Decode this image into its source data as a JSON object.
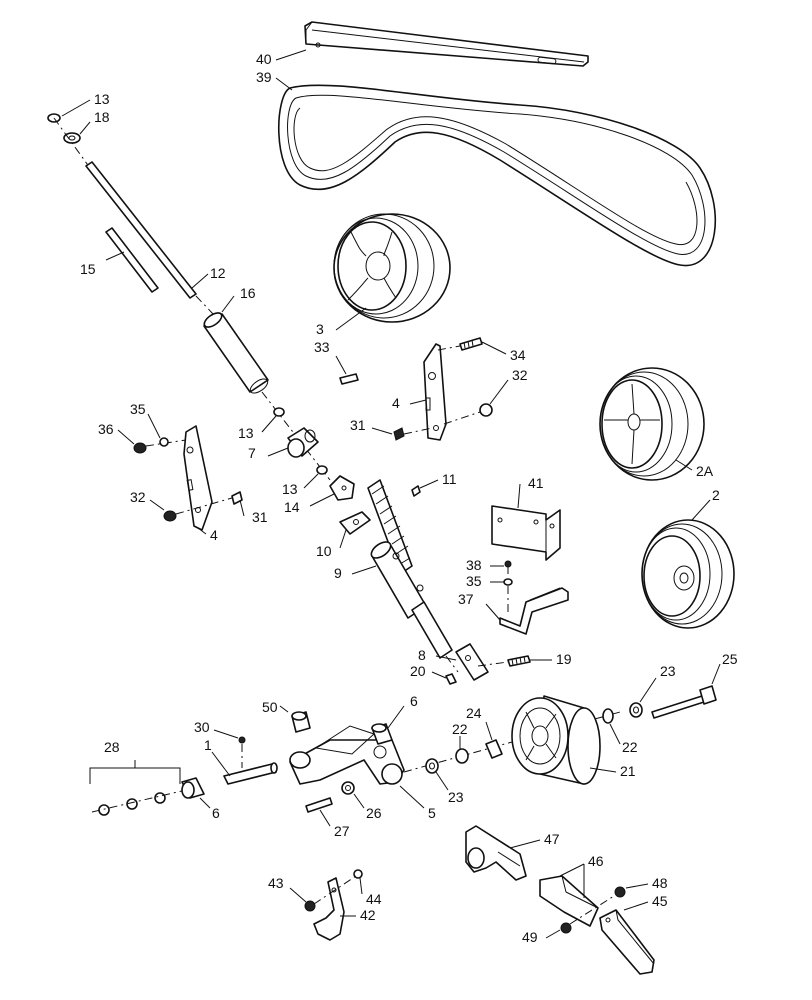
{
  "callouts": {
    "c1": "1",
    "c2": "2",
    "c2a": "2A",
    "c3": "3",
    "c4a": "4",
    "c4b": "4",
    "c5": "5",
    "c6a": "6",
    "c6b": "6",
    "c7": "7",
    "c8": "8",
    "c9": "9",
    "c10": "10",
    "c11": "11",
    "c12": "12",
    "c13a": "13",
    "c13b": "13",
    "c13c": "13",
    "c14": "14",
    "c15": "15",
    "c16": "16",
    "c18": "18",
    "c19": "19",
    "c20": "20",
    "c21": "21",
    "c22a": "22",
    "c22b": "22",
    "c23a": "23",
    "c23b": "23",
    "c24": "24",
    "c25": "25",
    "c26": "26",
    "c27": "27",
    "c28": "28",
    "c30": "30",
    "c31a": "31",
    "c31b": "31",
    "c32a": "32",
    "c32b": "32",
    "c33": "33",
    "c34": "34",
    "c35a": "35",
    "c35b": "35",
    "c36": "36",
    "c37": "37",
    "c38": "38",
    "c39": "39",
    "c40": "40",
    "c41": "41",
    "c42": "42",
    "c43": "43",
    "c44": "44",
    "c45": "45",
    "c46": "46",
    "c47": "47",
    "c48": "48",
    "c49": "49",
    "c50": "50"
  }
}
